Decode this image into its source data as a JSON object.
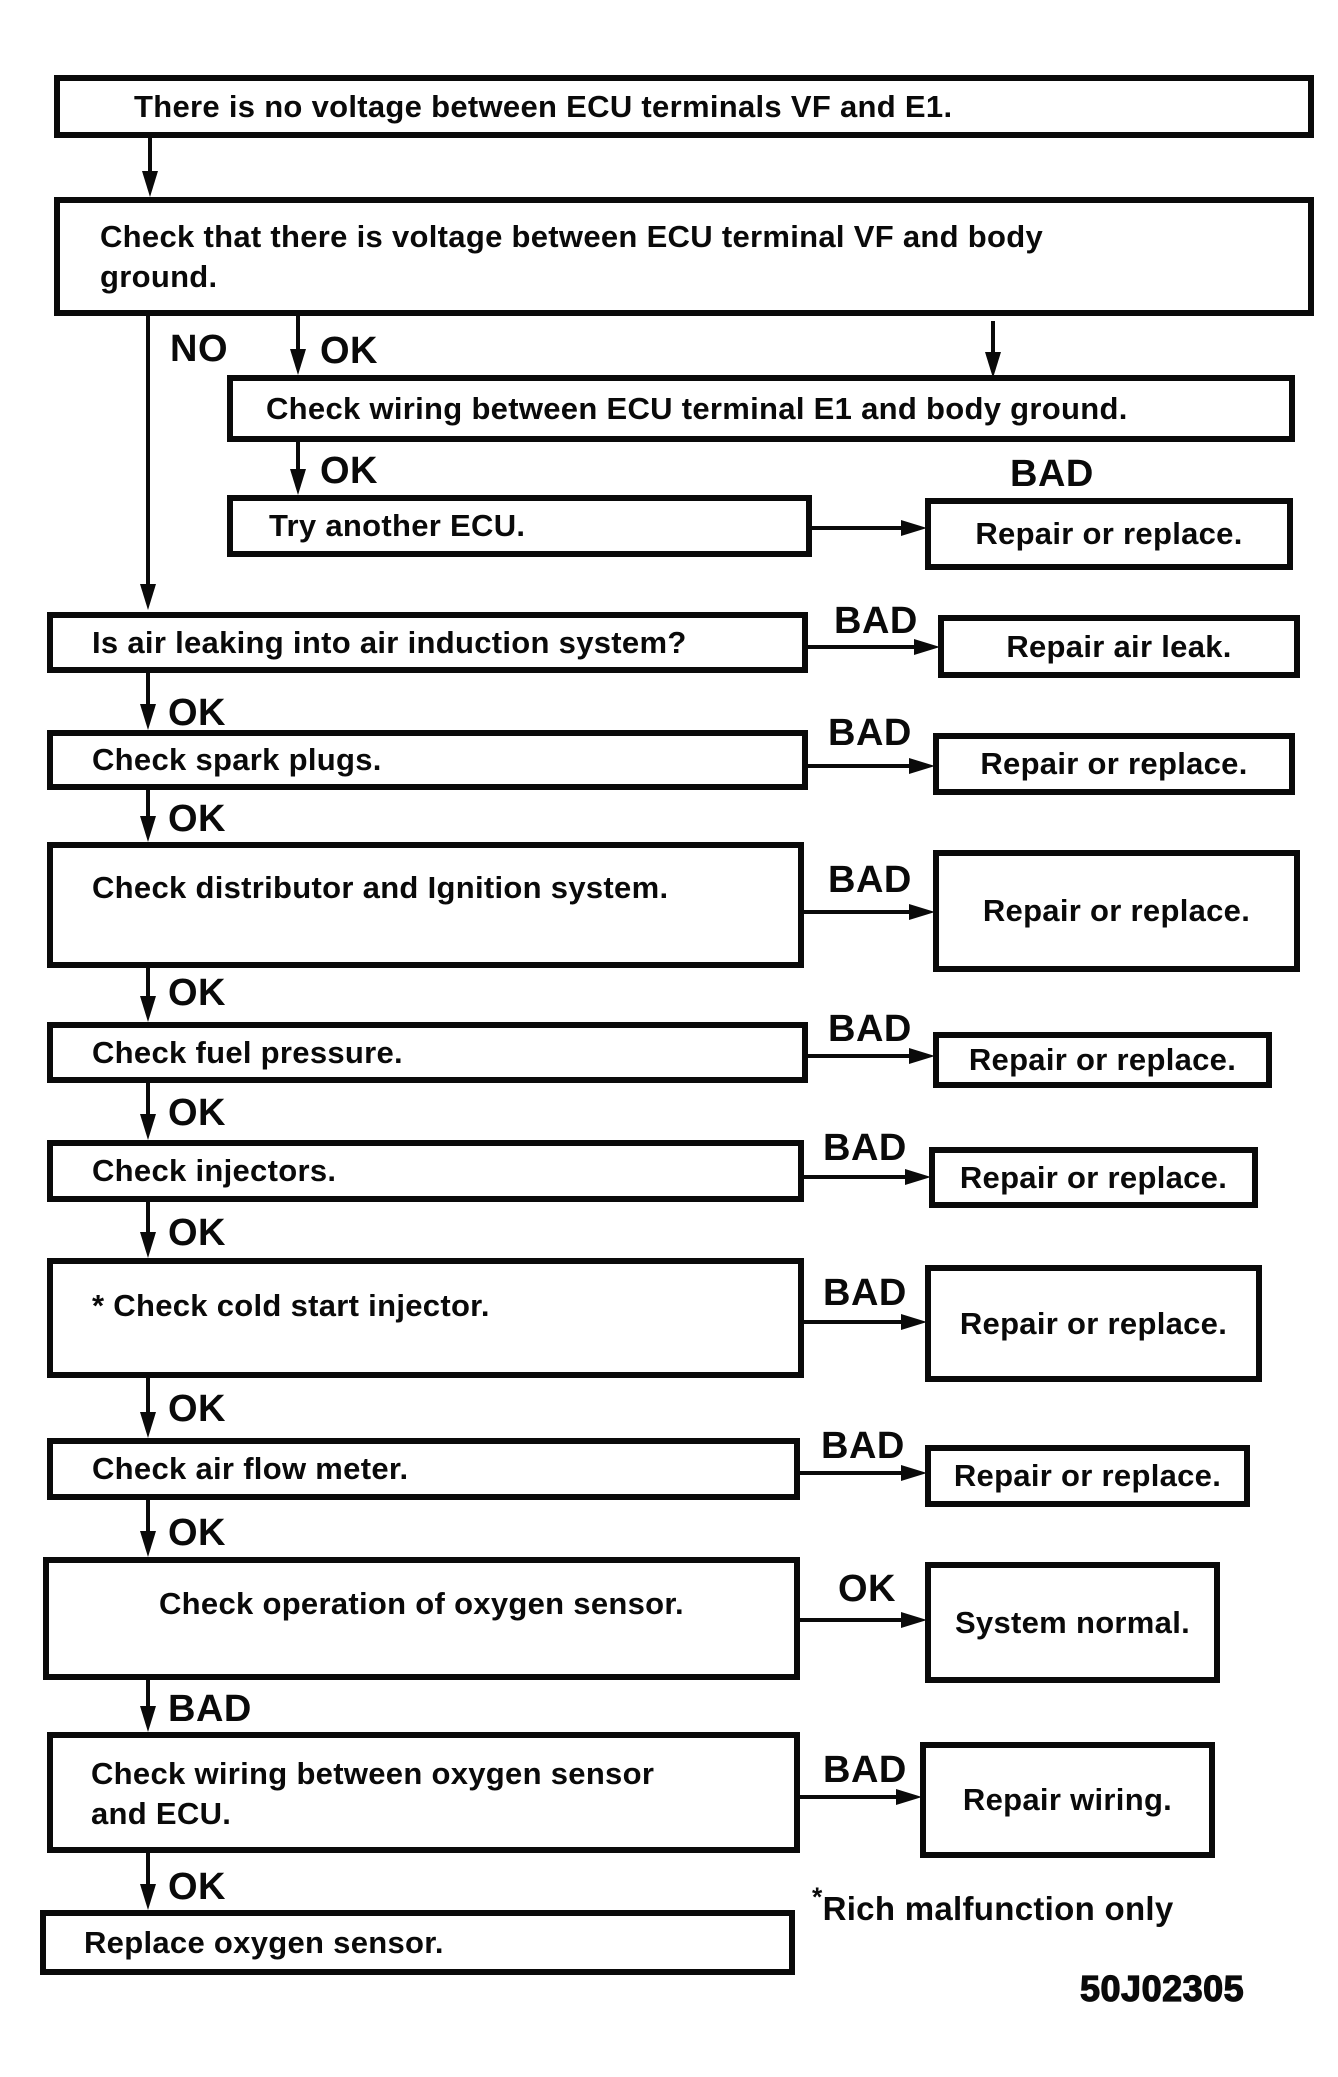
{
  "diagram": {
    "title_code": "50J02305",
    "nodes": {
      "no_voltage": "There is no voltage between ECU terminals VF and E1.",
      "check_vf_ground": "Check that there is voltage between ECU terminal VF and body ground.",
      "check_wiring_e1": "Check wiring between ECU terminal E1 and body ground.",
      "try_another_ecu": "Try another ECU.",
      "repair_or_replace_1": "Repair or replace.",
      "air_leak_question": "Is air leaking into air induction system?",
      "repair_air_leak": "Repair air leak.",
      "check_spark_plugs": "Check spark plugs.",
      "repair_or_replace_2": "Repair or replace.",
      "check_distributor": "Check distributor and Ignition system.",
      "repair_or_replace_3": "Repair or replace.",
      "check_fuel_pressure": "Check fuel pressure.",
      "repair_or_replace_4": "Repair or replace.",
      "check_injectors": "Check injectors.",
      "repair_or_replace_5": "Repair or replace.",
      "check_cold_start_injector": "* Check cold start injector.",
      "repair_or_replace_6": "Repair or replace.",
      "check_air_flow_meter": "Check air flow meter.",
      "repair_or_replace_7": "Repair or replace.",
      "check_oxygen_sensor_operation": "Check operation of oxygen sensor.",
      "system_normal": "System normal.",
      "check_wiring_oxygen_sensor_ecu": "Check wiring between oxygen sensor and ECU.",
      "repair_wiring": "Repair wiring.",
      "replace_oxygen_sensor": "Replace oxygen sensor."
    },
    "edge_labels": {
      "no": "NO",
      "ok": "OK",
      "bad": "BAD"
    },
    "footnote": {
      "asterisk": "*",
      "text": "Rich malfunction only"
    }
  }
}
